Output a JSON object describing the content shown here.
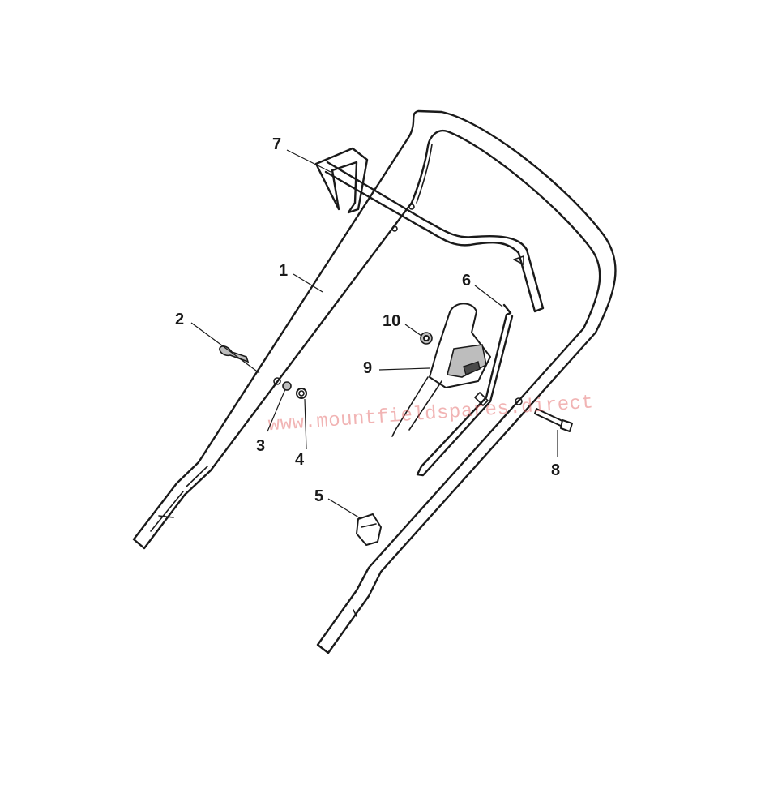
{
  "diagram": {
    "callouts": [
      {
        "id": "1",
        "label": "1"
      },
      {
        "id": "2",
        "label": "2"
      },
      {
        "id": "3",
        "label": "3"
      },
      {
        "id": "4",
        "label": "4"
      },
      {
        "id": "5",
        "label": "5"
      },
      {
        "id": "6",
        "label": "6"
      },
      {
        "id": "7",
        "label": "7"
      },
      {
        "id": "8",
        "label": "8"
      },
      {
        "id": "9",
        "label": "9"
      },
      {
        "id": "10",
        "label": "10"
      }
    ],
    "watermark": "www.mountfieldspares.direct"
  },
  "colors": {
    "line": "#1a1a1a",
    "watermark": "#e25b5b",
    "background": "#ffffff"
  }
}
